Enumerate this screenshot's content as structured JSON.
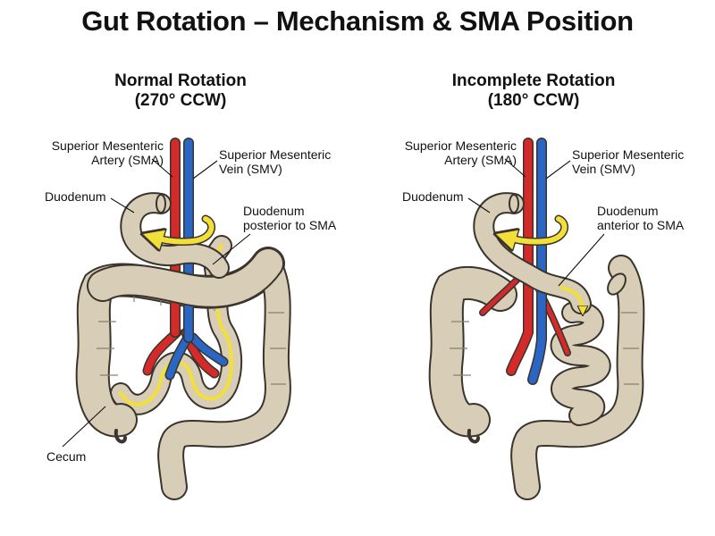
{
  "title": "Gut Rotation – Mechanism & SMA Position",
  "colors": {
    "artery": "#d42a2a",
    "vein": "#2a66c4",
    "bowel_fill": "#d8cdb6",
    "bowel_stroke": "#3a342c",
    "arrow": "#f2df3a"
  },
  "panels": [
    {
      "title_line1": "Normal Rotation",
      "title_line2": "(270° CCW)",
      "labels": {
        "sma_line1": "Superior Mesenteric",
        "sma_line2": "Artery (SMA)",
        "smv_line1": "Superior Mesenteric",
        "smv_line2": "Vein (SMV)",
        "duodenum": "Duodenum",
        "relation_line1": "Duodenum",
        "relation_line2": "posterior to SMA",
        "cecum": "Cecum"
      },
      "rotation_arrow_icon": "counterclockwise-arrow-icon"
    },
    {
      "title_line1": "Incomplete Rotation",
      "title_line2": "(180° CCW)",
      "labels": {
        "sma_line1": "Superior Mesenteric",
        "sma_line2": "Artery (SMA)",
        "smv_line1": "Superior Mesenteric",
        "smv_line2": "Vein (SMV)",
        "duodenum": "Duodenum",
        "relation_line1": "Duodenum",
        "relation_line2": "anterior to SMA"
      },
      "rotation_arrow_icon": "counterclockwise-arrow-icon"
    }
  ]
}
